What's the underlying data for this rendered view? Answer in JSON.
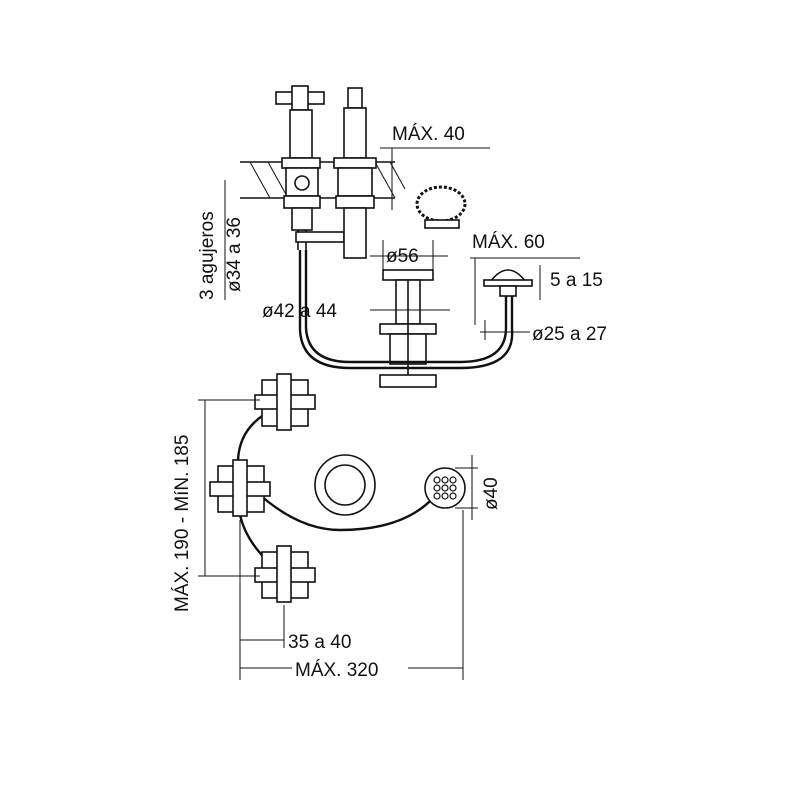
{
  "labels": {
    "max_height": "MÁX. 40",
    "holes": "3 agujeros",
    "hole_diameter": "ø34 a 36",
    "drain_diameter": "ø56",
    "max_60": "MÁX. 60",
    "range_5_15": "5 a 15",
    "drain_hole_diameter": "ø42 a 44",
    "spray_hole_diameter": "ø25 a 27",
    "spread": "MÁX. 190 - MíN. 185",
    "spray_diameter": "ø40",
    "offset": "35 a 40",
    "max_width": "MÁX. 320"
  }
}
